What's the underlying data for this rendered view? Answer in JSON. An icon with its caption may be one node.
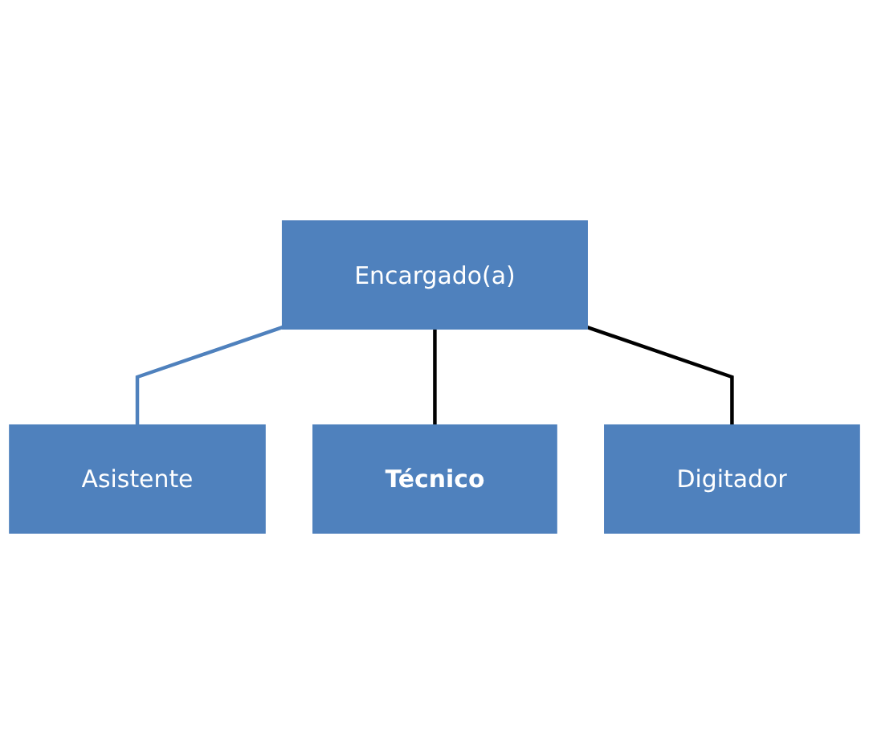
{
  "diagram": {
    "nodes": [
      {
        "text": [
          "Encargado(a)"
        ]
      },
      {
        "text": [
          "Asistente"
        ]
      },
      {
        "text": [
          "Técnico"
        ]
      },
      {
        "text": [
          "Digitador"
        ]
      }
    ],
    "edges": [
      {
        "from": 0,
        "to": 1,
        "arrow": "none",
        "color": "#4f81bd"
      },
      {
        "from": 0,
        "to": 2,
        "arrow": "none"
      },
      {
        "from": 0,
        "to": 3,
        "arrow": "none"
      }
    ]
  }
}
